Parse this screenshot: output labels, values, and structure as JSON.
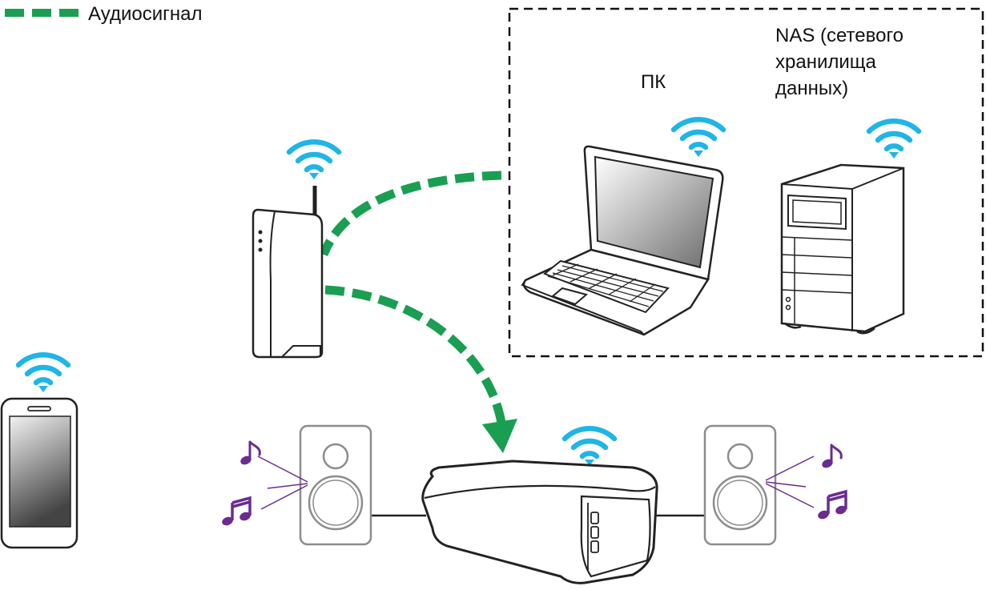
{
  "legend": {
    "label": "Аудиосигнал",
    "line_color": "#1a9e52"
  },
  "network_group": {
    "pc_label": "ПК",
    "nas_label": "NAS (сетевого\nхранилища\nданных)"
  },
  "colors": {
    "audio_signal": "#1a9e52",
    "wifi": "#1fb5e6",
    "music_notes": "#6b2c8f",
    "device_outline": "#222222",
    "speaker_outline": "#8c8c8c"
  },
  "icons": [
    "wifi-icon",
    "router-icon",
    "laptop-icon",
    "nas-icon",
    "smartphone-icon",
    "amplifier-icon",
    "speaker-icon",
    "music-note-icon"
  ]
}
